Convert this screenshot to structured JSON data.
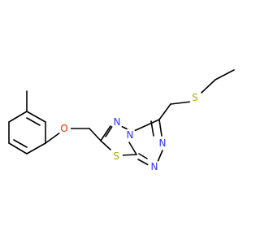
{
  "molecule": {
    "atoms": [
      {
        "id": "N1",
        "symbol": "N",
        "color": "#3333ff"
      },
      {
        "id": "N2",
        "symbol": "N",
        "color": "#3333ff"
      },
      {
        "id": "N3",
        "symbol": "N",
        "color": "#3333ff"
      },
      {
        "id": "N4",
        "symbol": "N",
        "color": "#3333ff"
      },
      {
        "id": "S1",
        "symbol": "S",
        "color": "#b8a800"
      },
      {
        "id": "S2",
        "symbol": "S",
        "color": "#b8a800"
      },
      {
        "id": "O1",
        "symbol": "O",
        "color": "#ff2200"
      }
    ]
  }
}
